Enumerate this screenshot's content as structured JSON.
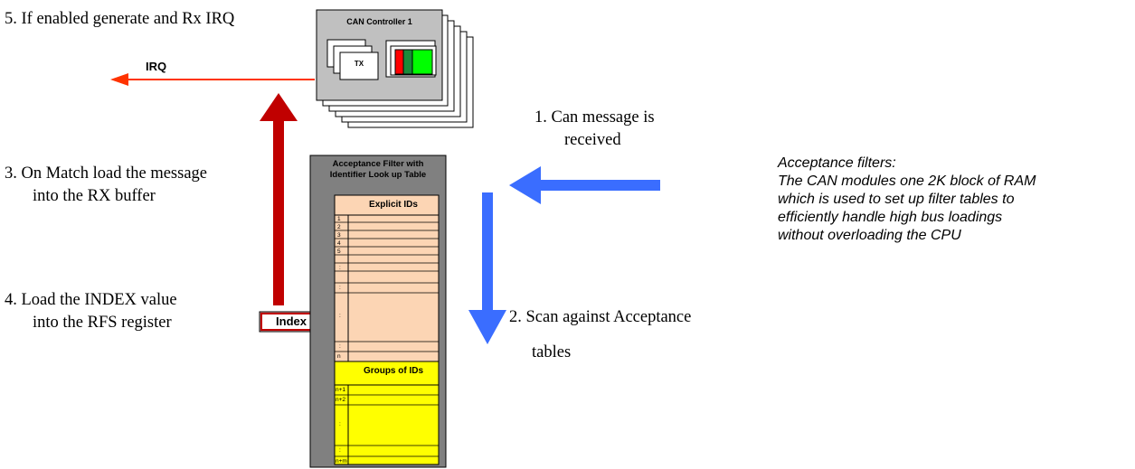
{
  "steps": {
    "step5": "5. If enabled generate and Rx IRQ",
    "step3_line1": "3. On Match load the message",
    "step3_line2": "into the RX buffer",
    "step4_line1": "4. Load the INDEX value",
    "step4_line2": "into the RFS register",
    "step1_line1": "1. Can message is",
    "step1_line2": "received",
    "step2_line1": "2. Scan against Acceptance",
    "step2_line2": "tables"
  },
  "irq_label": "IRQ",
  "controller": {
    "title": "CAN Controller 1",
    "tx_label": "TX"
  },
  "index_label": "Index",
  "filter_table": {
    "title_line1": "Acceptance Filter with",
    "title_line2": "Identifier Look up Table",
    "explicit_header": "Explicit IDs",
    "explicit_rows": [
      "1",
      "2",
      "3",
      "4",
      "5",
      ":",
      ":",
      ":",
      ":",
      "n"
    ],
    "groups_header": "Groups of IDs",
    "group_rows": [
      "n+1",
      "n+2",
      ":",
      ":",
      "n+m"
    ]
  },
  "note": {
    "title": "Acceptance filters:",
    "line1": "The CAN modules one 2K block of RAM",
    "line2": "which is used to set up filter tables to",
    "line3": "efficiently handle high bus loadings",
    "line4": "without overloading the CPU"
  },
  "colors": {
    "irq_arrow": "#ff3300",
    "match_arrow": "#c00000",
    "scan_arrow": "#3a6dff",
    "explicit_fill": "#fcd5b4",
    "groups_fill": "#ffff00",
    "panel_gray": "#c0c0c0"
  }
}
